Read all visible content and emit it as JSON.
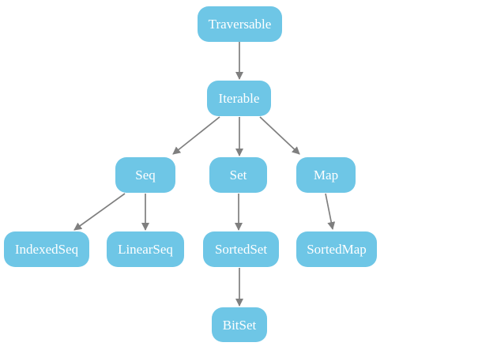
{
  "diagram": {
    "type": "hierarchy-graph",
    "nodes": [
      {
        "id": "traversable",
        "label": "Traversable"
      },
      {
        "id": "iterable",
        "label": "Iterable"
      },
      {
        "id": "seq",
        "label": "Seq"
      },
      {
        "id": "set",
        "label": "Set"
      },
      {
        "id": "map",
        "label": "Map"
      },
      {
        "id": "indexedseq",
        "label": "IndexedSeq"
      },
      {
        "id": "linearseq",
        "label": "LinearSeq"
      },
      {
        "id": "sortedset",
        "label": "SortedSet"
      },
      {
        "id": "sortedmap",
        "label": "SortedMap"
      },
      {
        "id": "bitset",
        "label": "BitSet"
      }
    ],
    "edges": [
      {
        "from": "Traversable",
        "to": "Iterable"
      },
      {
        "from": "Iterable",
        "to": "Seq"
      },
      {
        "from": "Iterable",
        "to": "Set"
      },
      {
        "from": "Iterable",
        "to": "Map"
      },
      {
        "from": "Seq",
        "to": "IndexedSeq"
      },
      {
        "from": "Seq",
        "to": "LinearSeq"
      },
      {
        "from": "Set",
        "to": "SortedSet"
      },
      {
        "from": "Map",
        "to": "SortedMap"
      },
      {
        "from": "SortedSet",
        "to": "BitSet"
      }
    ],
    "colors": {
      "node_fill": "#6ec6e6",
      "node_text": "#ffffff",
      "edge": "#7f7f7f",
      "background": "#ffffff"
    }
  }
}
